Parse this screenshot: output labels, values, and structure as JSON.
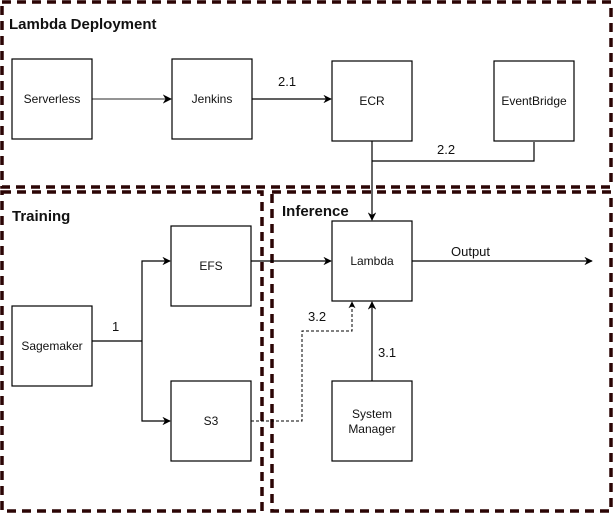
{
  "diagram": {
    "border_color": "#2b0505",
    "groups": {
      "deployment": {
        "title": "Lambda Deployment"
      },
      "training": {
        "title": "Training"
      },
      "inference": {
        "title": "Inference"
      }
    },
    "nodes": {
      "serverless": {
        "label": "Serverless"
      },
      "jenkins": {
        "label": "Jenkins"
      },
      "ecr": {
        "label": "ECR"
      },
      "eventbridge": {
        "label": "EventBridge"
      },
      "sagemaker": {
        "label": "Sagemaker"
      },
      "efs": {
        "label": "EFS"
      },
      "s3": {
        "label": "S3"
      },
      "lambda": {
        "label": "Lambda"
      },
      "system_manager": {
        "label_line1": "System",
        "label_line2": "Manager"
      }
    },
    "edges": {
      "serverless_jenkins": {
        "label": ""
      },
      "jenkins_ecr": {
        "label": "2.1"
      },
      "eventbridge_ecr": {
        "label": "2.2"
      },
      "sagemaker_storage": {
        "label": "1"
      },
      "s3_lambda": {
        "label": "3.2",
        "style": "dashed"
      },
      "sysmgr_lambda": {
        "label": "3.1"
      },
      "lambda_output": {
        "label": "Output"
      }
    }
  }
}
